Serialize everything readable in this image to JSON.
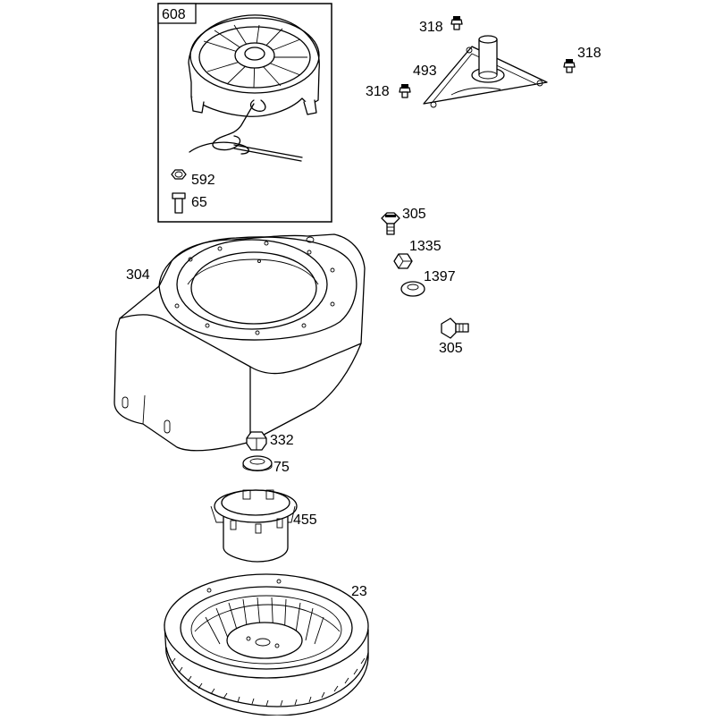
{
  "callouts": {
    "p608": "608",
    "p592": "592",
    "p65": "65",
    "p318a": "318",
    "p318b": "318",
    "p318c": "318",
    "p493": "493",
    "p305a": "305",
    "p1335": "1335",
    "p1397": "1397",
    "p305b": "305",
    "p304": "304",
    "p332": "332",
    "p75": "75",
    "p455": "455",
    "p23": "23"
  },
  "parts": [
    "rewind-starter-assembly",
    "blower-housing",
    "rotating-screen",
    "flywheel",
    "starter-cup",
    "debris-guard-plate",
    "fasteners"
  ]
}
